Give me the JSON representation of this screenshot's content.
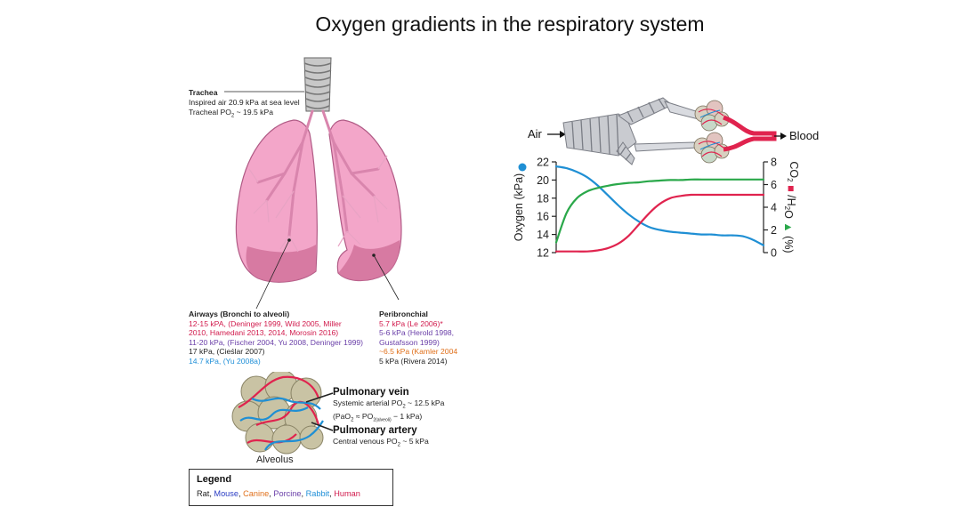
{
  "title": "Oxygen gradients in the respiratory system",
  "trachea": {
    "heading": "Trachea",
    "line1": "Inspired air 20.9 kPa at sea level",
    "line2_prefix": "Tracheal PO",
    "line2_sub": "2",
    "line2_suffix": " ~ 19.5 kPa"
  },
  "airways": {
    "heading": "Airways (Bronchi to alveoli)",
    "lines": [
      {
        "text": "12-15 kPA, (Deninger 1999, Wild 2005, Miller",
        "color": "red"
      },
      {
        "text": "2010, Hamedani 2013, 2014, Morosin 2016)",
        "color": "red"
      },
      {
        "text": "11-20 kPa, (Fischer 2004, Yu 2008, Deninger 1999)",
        "color": "purple"
      },
      {
        "text": "17 kPa, (Cieślar 2007)",
        "color": "black"
      },
      {
        "text": "14.7 kPa, (Yu 2008a)",
        "color": "rabbit"
      }
    ]
  },
  "peribronchial": {
    "heading": "Peribronchial",
    "lines": [
      {
        "text": "5.7 kPa (Le 2006)*",
        "color": "red"
      },
      {
        "text": "5-6 kPa (Herold 1998,",
        "color": "purple"
      },
      {
        "text": "Gustafsson 1999)",
        "color": "purple"
      },
      {
        "text": "~6.5 kPa (Kamler 2004",
        "color": "orange"
      },
      {
        "text": "5 kPa (Rivera 2014)",
        "color": "black"
      }
    ]
  },
  "alveolus": {
    "label": "Alveolus",
    "vein_title": "Pulmonary vein",
    "vein_line1_prefix": "Systemic arterial PO",
    "vein_line1_sub": "2",
    "vein_line1_suffix": " ~ 12.5 kPa",
    "vein_line2_prefix": "(PaO",
    "vein_line2_sub1": "2",
    "vein_line2_mid": " ≈ PO",
    "vein_line2_sub2": "2(alveoli)",
    "vein_line2_suffix": " − 1 kPa)",
    "artery_title": "Pulmonary artery",
    "artery_line_prefix": "Central venous PO",
    "artery_line_sub": "2",
    "artery_line_suffix": " ~ 5 kPa"
  },
  "legend": {
    "title": "Legend",
    "items": [
      {
        "label": "Rat",
        "color": "black"
      },
      {
        "label": "Mouse",
        "color": "blue"
      },
      {
        "label": "Canine",
        "color": "orange"
      },
      {
        "label": "Porcine",
        "color": "purple"
      },
      {
        "label": "Rabbit",
        "color": "rabbit"
      },
      {
        "label": "Human",
        "color": "red"
      }
    ]
  },
  "schematic": {
    "air_label": "Air",
    "blood_label": "Blood"
  },
  "colors": {
    "oxygen": "#1f8fd4",
    "co2": "#e0234e",
    "h2o": "#2aa84a",
    "lung_fill": "#f3a6c9",
    "lung_dark": "#cf6f98"
  },
  "chart_data": {
    "type": "line",
    "ylabel_left": "Oxygen (kPa)",
    "ylabel_right_parts": [
      "CO",
      "2",
      " ",
      "/H",
      "2",
      "O",
      " ",
      "(%)"
    ],
    "ylim_left": [
      12,
      22
    ],
    "ylim_right": [
      0,
      8
    ],
    "left_ticks": [
      "12",
      "14",
      "16",
      "18",
      "20",
      "22"
    ],
    "right_ticks": [
      "0",
      "2",
      "4",
      "6",
      "8"
    ],
    "x": [
      0,
      0.05,
      0.1,
      0.15,
      0.2,
      0.25,
      0.3,
      0.35,
      0.4,
      0.45,
      0.5,
      0.55,
      0.6,
      0.65,
      0.7,
      0.75,
      0.8,
      0.85,
      0.9,
      0.95,
      1.0
    ],
    "series": [
      {
        "key": "oxygen",
        "axis": "left",
        "values": [
          21.5,
          21.3,
          20.9,
          20.3,
          19.4,
          18.3,
          17.2,
          16.2,
          15.4,
          14.8,
          14.5,
          14.3,
          14.2,
          14.1,
          14.0,
          14.0,
          13.9,
          13.9,
          13.8,
          13.4,
          12.8
        ]
      },
      {
        "key": "co2",
        "axis": "right",
        "values": [
          0.1,
          0.1,
          0.1,
          0.1,
          0.2,
          0.4,
          0.8,
          1.5,
          2.5,
          3.5,
          4.3,
          4.8,
          5.0,
          5.1,
          5.1,
          5.1,
          5.1,
          5.1,
          5.1,
          5.1,
          5.1
        ]
      },
      {
        "key": "h2o",
        "axis": "right",
        "values": [
          0.9,
          3.5,
          4.8,
          5.4,
          5.7,
          5.9,
          6.05,
          6.15,
          6.2,
          6.3,
          6.35,
          6.4,
          6.4,
          6.45,
          6.45,
          6.45,
          6.45,
          6.45,
          6.45,
          6.45,
          6.45
        ]
      }
    ]
  }
}
